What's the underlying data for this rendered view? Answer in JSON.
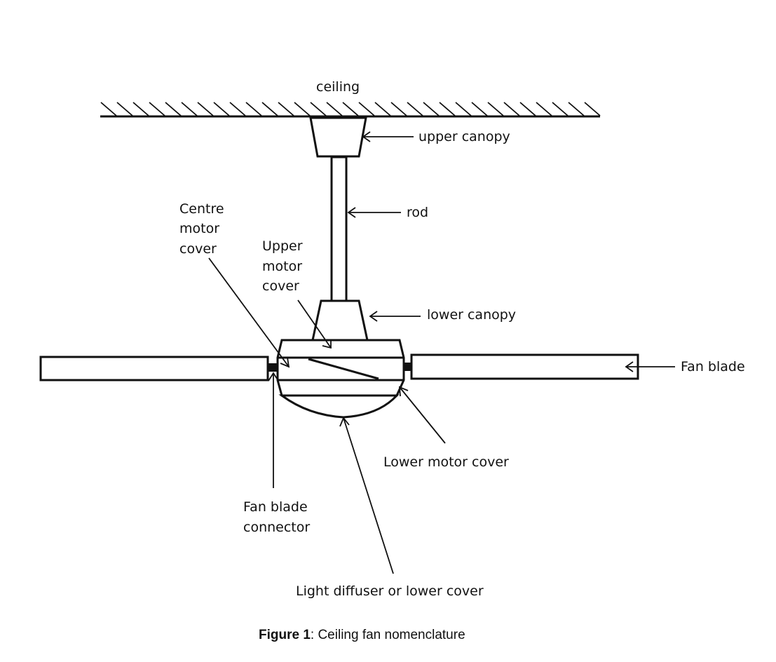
{
  "labels": {
    "ceiling": "ceiling",
    "upper_canopy": "upper canopy",
    "rod": "rod",
    "centre_motor_cover": [
      "Centre",
      "motor",
      "cover"
    ],
    "upper_motor_cover": [
      "Upper",
      "motor",
      "cover"
    ],
    "lower_canopy": "lower canopy",
    "fan_blade": "Fan blade",
    "lower_motor_cover": "Lower motor cover",
    "fan_blade_connector": [
      "Fan blade",
      "connector"
    ],
    "light_diffuser": "Light diffuser or lower cover"
  },
  "caption": {
    "prefix": "Figure 1",
    "text": ": Ceiling fan nomenclature"
  }
}
